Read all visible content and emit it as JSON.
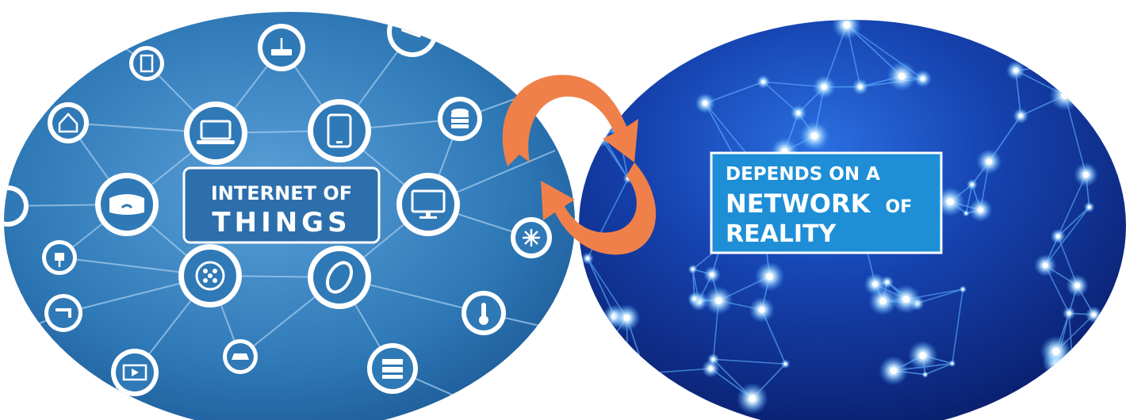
{
  "iot_panel": {
    "title_line1": "INTERNET OF",
    "title_line2": "THINGS",
    "hub_icons": [
      "laptop-icon",
      "tablet-icon",
      "monitor-icon",
      "smartwatch-icon",
      "contact-lens-icon",
      "vr-headset-icon"
    ],
    "outer_icons": [
      "door-icon",
      "router-icon",
      "security-camera-icon",
      "database-icon",
      "home-icon",
      "plug-icon",
      "faucet-icon",
      "car-icon",
      "media-player-icon",
      "server-icon",
      "thermometer-icon",
      "snowflake-icon",
      "hexagon-icon"
    ]
  },
  "network_panel": {
    "line1": "DEPENDS ON A",
    "line2_big": "NETWORK",
    "line2_small": "OF",
    "line3": "REALITY"
  },
  "arrows": [
    "cycle-arrow-top-icon",
    "cycle-arrow-bottom-icon"
  ],
  "colors": {
    "iot_blue": "#2f79b7",
    "iot_edge": "#5aa0d8",
    "network_deep": "#0a1f6e",
    "network_glow": "#3fa2ff",
    "arrow": "#f0804a",
    "label_bg": "#1e8fd6"
  }
}
